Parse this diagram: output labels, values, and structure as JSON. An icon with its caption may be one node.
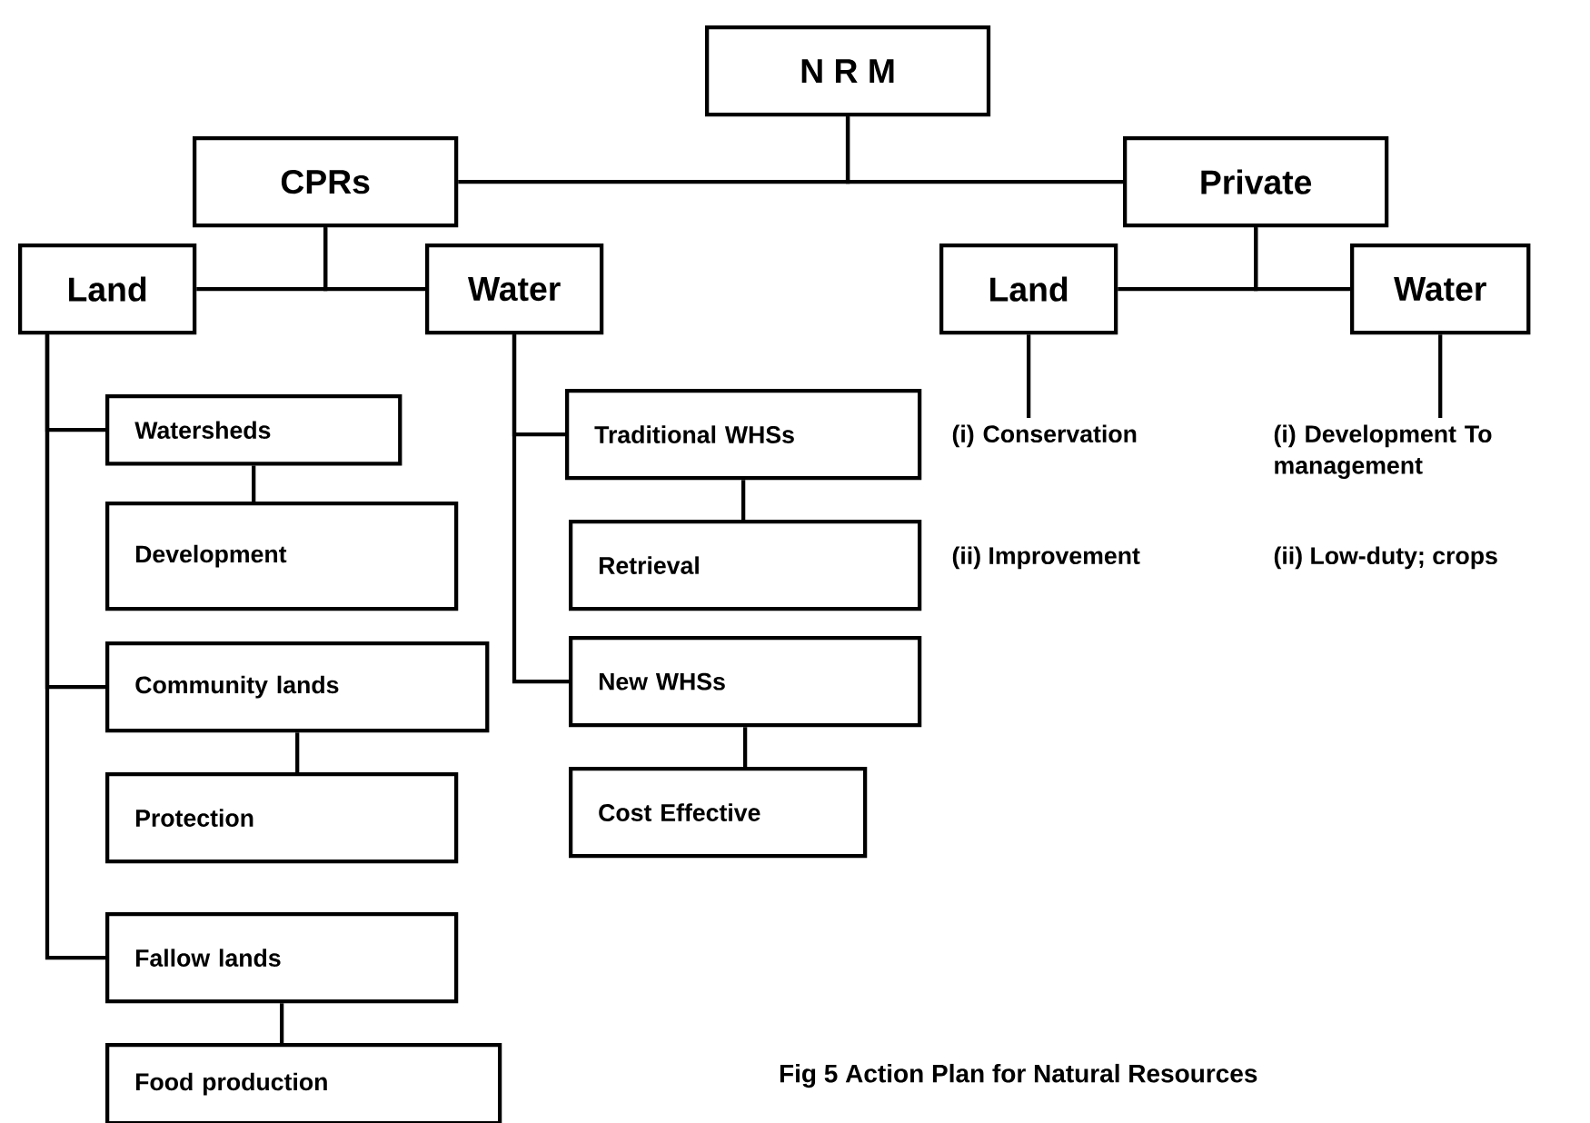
{
  "diagram": {
    "caption": "Fig 5 Action Plan for Natural Resources",
    "nodes": [
      {
        "text": [
          "N R M"
        ]
      },
      {
        "text": [
          "CPRs"
        ]
      },
      {
        "text": [
          "Private"
        ]
      },
      {
        "text": [
          "Land"
        ]
      },
      {
        "text": [
          "Water"
        ]
      },
      {
        "text": [
          "Land"
        ]
      },
      {
        "text": [
          "Water"
        ]
      },
      {
        "text": [
          "Watersheds"
        ]
      },
      {
        "text": [
          "Development"
        ]
      },
      {
        "text": [
          "Traditional WHSs"
        ]
      },
      {
        "text": [
          "Retrieval"
        ]
      },
      {
        "text": [
          "Community lands"
        ]
      },
      {
        "text": [
          "Protection"
        ]
      },
      {
        "text": [
          "New WHSs"
        ]
      },
      {
        "text": [
          "Cost Effective"
        ]
      },
      {
        "text": [
          "Fallow lands"
        ]
      },
      {
        "text": [
          "Food production"
        ]
      },
      {
        "text": [
          "(i) Conservation"
        ]
      },
      {
        "text": [
          "(i) Development To management"
        ]
      }
    ],
    "edges": [
      {
        "from": 0,
        "to": 1,
        "arrow": "none"
      },
      {
        "from": 0,
        "to": 2,
        "arrow": "none"
      },
      {
        "from": 1,
        "to": 3,
        "arrow": "none"
      },
      {
        "from": 1,
        "to": 4,
        "arrow": "none"
      },
      {
        "from": 2,
        "to": 5,
        "arrow": "none"
      },
      {
        "from": 2,
        "to": 6,
        "arrow": "none"
      },
      {
        "from": 3,
        "to": 7,
        "arrow": "none"
      },
      {
        "from": 3,
        "to": 11,
        "arrow": "none"
      },
      {
        "from": 3,
        "to": 15,
        "arrow": "none"
      },
      {
        "from": 7,
        "to": 8,
        "arrow": "none"
      },
      {
        "from": 11,
        "to": 12,
        "arrow": "none"
      },
      {
        "from": 15,
        "to": 16,
        "arrow": "none"
      },
      {
        "from": 4,
        "to": 9,
        "arrow": "none"
      },
      {
        "from": 4,
        "to": 13,
        "arrow": "none"
      },
      {
        "from": 9,
        "to": 10,
        "arrow": "none"
      },
      {
        "from": 13,
        "to": 14,
        "arrow": "none"
      },
      {
        "from": 5,
        "to": 17,
        "arrow": "none"
      },
      {
        "from": 6,
        "to": 18,
        "arrow": "none"
      }
    ],
    "labels": [
      "(ii) Improvement",
      "(ii) Low-duty; crops"
    ]
  }
}
